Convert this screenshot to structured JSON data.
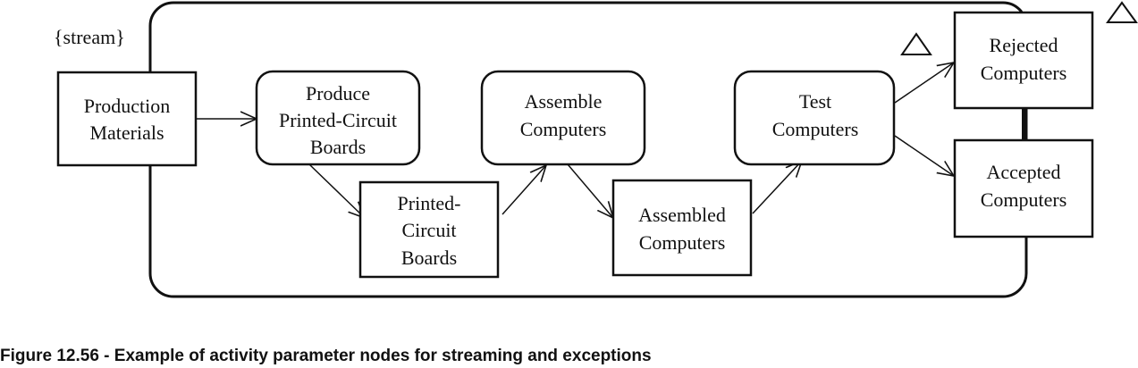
{
  "activity": {
    "stream_label": "{stream}"
  },
  "nodes": {
    "production_materials": [
      "Production",
      "Materials"
    ],
    "produce_boards": [
      "Produce",
      "Printed-Circuit",
      "Boards"
    ],
    "printed_circuit_boards": [
      "Printed-",
      "Circuit",
      "Boards"
    ],
    "assemble_computers": [
      "Assemble",
      "Computers"
    ],
    "assembled_computers": [
      "Assembled",
      "Computers"
    ],
    "test_computers": [
      "Test",
      "Computers"
    ],
    "rejected_computers": [
      "Rejected",
      "Computers"
    ],
    "accepted_computers": [
      "Accepted",
      "Computers"
    ]
  },
  "exception_markers": [
    "triangle",
    "triangle"
  ],
  "caption": "Figure 12.56 - Example of activity parameter nodes for streaming and exceptions"
}
